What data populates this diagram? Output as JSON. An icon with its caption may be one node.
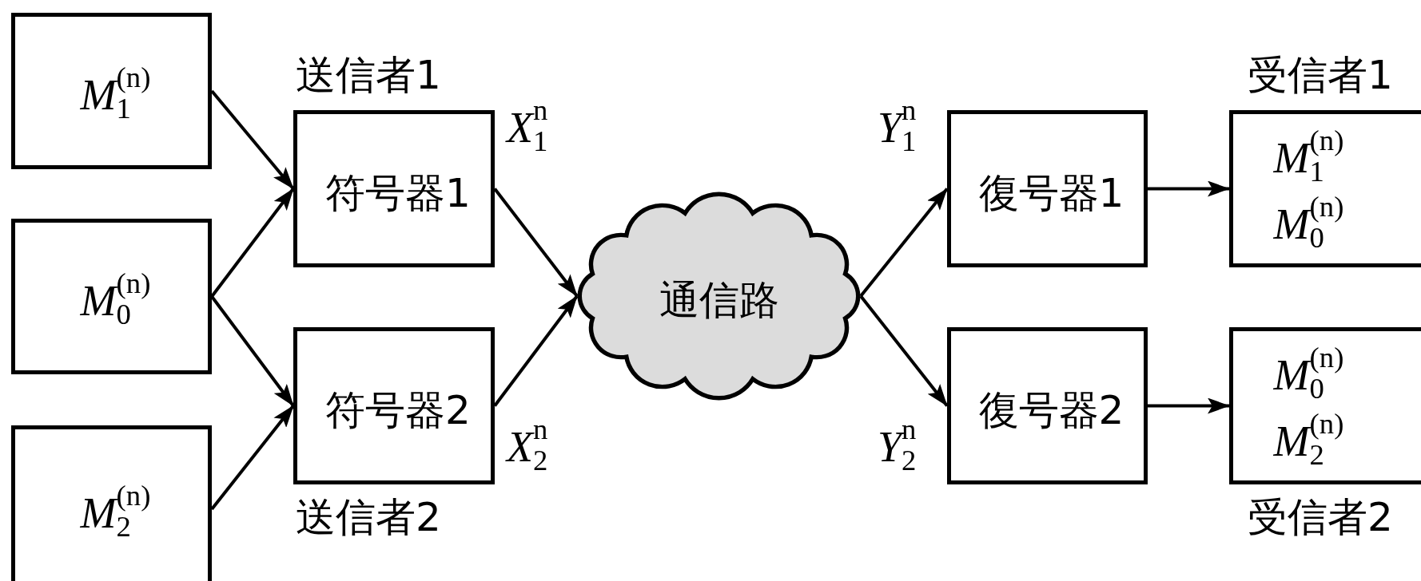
{
  "diagram": {
    "nodes": [
      {
        "text": [
          "*M*$_{1}$$^{(n)}$"
        ]
      },
      {
        "text": [
          "*M*$_{0}$$^{(n)}$"
        ]
      },
      {
        "text": [
          "*M*$_{2}$$^{(n)}$"
        ]
      },
      {
        "text": [
          "送信者1",
          "符号器1"
        ],
        "beside": [
          "*X*$_{1}$$^{n}$"
        ]
      },
      {
        "text": [
          "符号器2",
          "送信者2"
        ],
        "beside": [
          "*X*$_{2}$$^{n}$"
        ]
      },
      {
        "text": [
          "通信路"
        ]
      },
      {
        "text": [
          "復号器1"
        ],
        "beside": [
          "*Y*$_{1}$$^{n}$"
        ]
      },
      {
        "text": [
          "復号器2"
        ],
        "beside": [
          "*Y*$_{2}$$^{n}$"
        ]
      },
      {
        "text": [
          "受信者1",
          "*M*$_{1}$$^{(n)}$",
          "*M*$_{0}$$^{(n)}$"
        ]
      },
      {
        "text": [
          "*M*$_{0}$$^{(n)}$",
          "*M*$_{2}$$^{(n)}$",
          "受信者2"
        ]
      }
    ],
    "edges": [
      {
        "from": 0,
        "to": 3,
        "arrow": "to"
      },
      {
        "from": 1,
        "to": 3,
        "arrow": "to"
      },
      {
        "from": 1,
        "to": 4,
        "arrow": "to"
      },
      {
        "from": 2,
        "to": 4,
        "arrow": "to"
      },
      {
        "from": 3,
        "to": 5,
        "arrow": "to"
      },
      {
        "from": 4,
        "to": 5,
        "arrow": "to"
      },
      {
        "from": 5,
        "to": 6,
        "arrow": "to"
      },
      {
        "from": 5,
        "to": 7,
        "arrow": "to"
      },
      {
        "from": 6,
        "to": 8,
        "arrow": "to"
      },
      {
        "from": 7,
        "to": 9,
        "arrow": "to"
      }
    ]
  }
}
